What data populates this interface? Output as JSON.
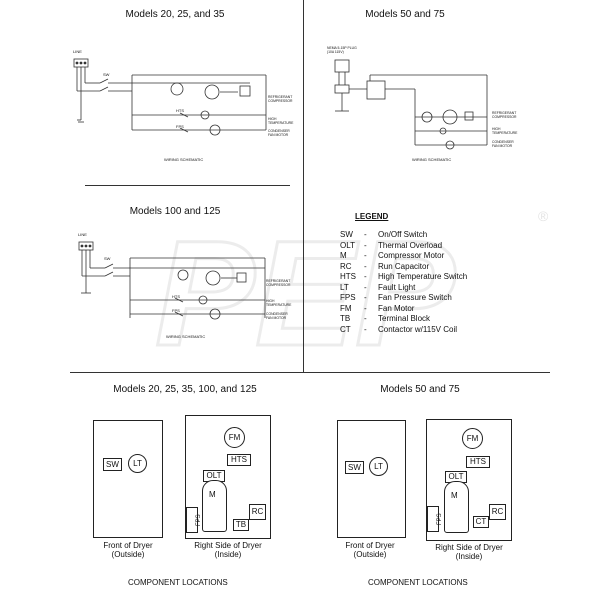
{
  "sections": {
    "top_left_title": "Models 20, 25, and 35",
    "top_right_title": "Models 50 and 75",
    "mid_left_title": "Models 100 and 125",
    "bottom_left_title": "Models 20, 25, 35, 100, and 125",
    "bottom_right_title": "Models 50 and 75"
  },
  "schematic": {
    "line_label": "LINE",
    "sw_label": "SW",
    "caption": "WIRING SCHEMATIC",
    "refrigerant_compressor": "REFRIGERANT COMPRESSOR",
    "high_temperature": "HIGH TEMPERATURE",
    "condenser_fan_motor": "CONDENSER FAN MOTOR",
    "hts": "HTS",
    "fps": "FPS",
    "plug_note": "NEMA 5-15P PLUG (10A 115V)"
  },
  "legend": {
    "title": "LEGEND",
    "items": [
      {
        "code": "SW",
        "desc": "On/Off Switch"
      },
      {
        "code": "OLT",
        "desc": "Thermal Overload"
      },
      {
        "code": "M",
        "desc": "Compressor Motor"
      },
      {
        "code": "RC",
        "desc": "Run Capacitor"
      },
      {
        "code": "HTS",
        "desc": "High Temperature Switch"
      },
      {
        "code": "LT",
        "desc": "Fault Light"
      },
      {
        "code": "FPS",
        "desc": "Fan Pressure Switch"
      },
      {
        "code": "FM",
        "desc": "Fan Motor"
      },
      {
        "code": "TB",
        "desc": "Terminal Block"
      },
      {
        "code": "CT",
        "desc": "Contactor w/115V Coil"
      }
    ]
  },
  "components": {
    "sw": "SW",
    "lt": "LT",
    "fm": "FM",
    "hts": "HTS",
    "olt": "OLT",
    "m": "M",
    "fps": "FPS",
    "rc": "RC",
    "tb": "TB",
    "ct": "CT",
    "front_caption_1": "Front of Dryer",
    "front_caption_2": "(Outside)",
    "side_caption_1": "Right Side of Dryer",
    "side_caption_2": "(Inside)",
    "section_caption": "COMPONENT LOCATIONS"
  },
  "watermark": "PEP",
  "registered": "®"
}
